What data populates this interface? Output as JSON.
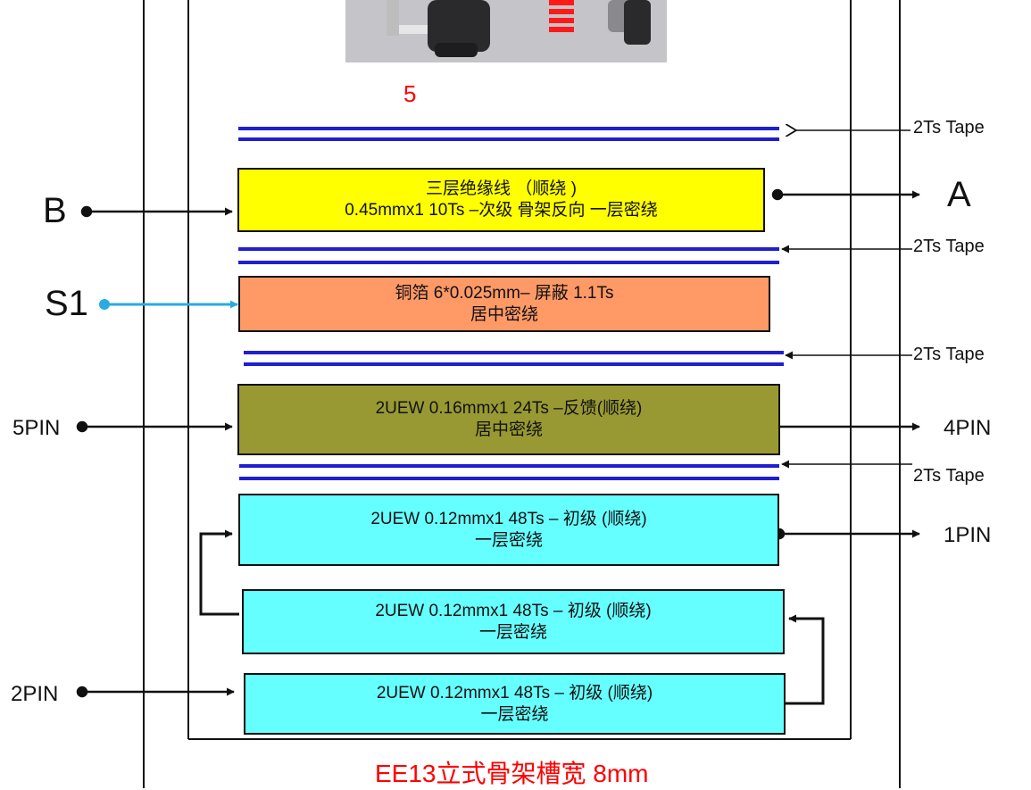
{
  "top_marker": "5",
  "tapes": [
    {
      "label": "2Ts Tape"
    },
    {
      "label": "2Ts Tape"
    },
    {
      "label": "2Ts Tape"
    },
    {
      "label": "2Ts Tape"
    }
  ],
  "windings": [
    {
      "line1": "三层绝缘线 （顺绕 )",
      "line2": "0.45mmx1  10Ts –次级  骨架反向 一层密绕"
    },
    {
      "line1": "铜箔 6*0.025mm– 屏蔽  1.1Ts",
      "line2": "居中密绕"
    },
    {
      "line1": "2UEW 0.16mmx1  24Ts –反馈(顺绕)",
      "line2": "居中密绕"
    },
    {
      "line1": "2UEW 0.12mmx1 48Ts – 初级 (顺绕)",
      "line2": "一层密绕"
    },
    {
      "line1": "2UEW 0.12mmx1 48Ts – 初级 (顺绕)",
      "line2": "一层密绕"
    },
    {
      "line1": "2UEW 0.12mmx1 48Ts – 初级 (顺绕)",
      "line2": "一层密绕"
    }
  ],
  "pins": {
    "b": "B",
    "a": "A",
    "s1": "S1",
    "pin5": "5PIN",
    "pin4": "4PIN",
    "pin1": "1PIN",
    "pin2": "2PIN"
  },
  "caption": "EE13立式骨架槽宽 8mm",
  "colors": {
    "tape": "#1f1fd0",
    "yellow": "#ffff00",
    "orange": "#ff9966",
    "olive": "#999933",
    "cyan": "#66ffff",
    "shield_arrow": "#29abe2",
    "accent_red": "#ff0000"
  }
}
